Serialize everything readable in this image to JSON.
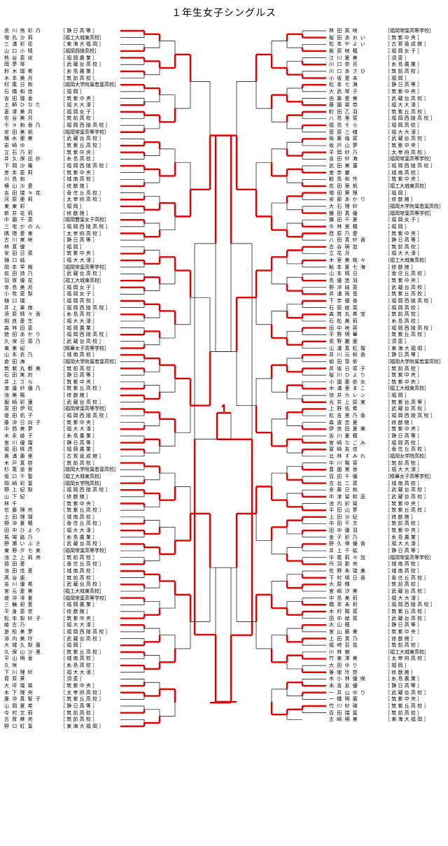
{
  "title": "１年生女子シングルス",
  "left_entries": [
    {
      "name": "長 川 侑 彩 乃",
      "school": "［ 静 日 高 等 ］"
    },
    {
      "name": "増 丸 沙 莉",
      "school": "［福工大城東高校］"
    },
    {
      "name": "三 浦 彩 花",
      "school": "［ 東 海 大 福 岡 ］"
    },
    {
      "name": "山 口 小 晴",
      "school": "［福岡西陵高校］"
    },
    {
      "name": "熊 谷 恵 伏",
      "school": "［ 福 岡 農 業 ］"
    },
    {
      "name": "岡 夢 琴",
      "school": "［ 武 蔵 台 高 校 ］"
    },
    {
      "name": "鈴 木 瑞 希",
      "school": "［ 糸 島 農 業 ］"
    },
    {
      "name": "木 本 美 月",
      "school": "［ 筑 前 高 校 ］"
    },
    {
      "name": "村 尾 日 和",
      "school": "［福岡大学附属若葉高校］"
    },
    {
      "name": "石 橋 和 佳",
      "school": "［ 福 岡 ］"
    },
    {
      "name": "吉 田 瑠 香",
      "school": "［ 筑 紫 中 央 ］"
    },
    {
      "name": "土 師 ひ な た",
      "school": "［ 福 大 大 濠 ］"
    },
    {
      "name": "菱 澤 美 月",
      "school": "［ 福 岡 女 子 ］"
    },
    {
      "name": "佐 谷 美 月",
      "school": "［ 筑 前 高 校 ］"
    },
    {
      "name": "千 々 和 香 乃",
      "school": "［ 福 岡 西 陵 高 校 ］"
    },
    {
      "name": "安 田 美 帆",
      "school": "［福岡常葉高等学校］"
    },
    {
      "name": "横 水 亜 美",
      "school": "［ 武 蔵 台 高 校 ］"
    },
    {
      "name": "岩 崎 ゆ",
      "school": "［ 筑 紫 丘 高 校 ］"
    },
    {
      "name": "立 石 乃 彩",
      "school": "［ 筑 紫 中 央 ］"
    },
    {
      "name": "井 久 保 凪 紗",
      "school": "［ 糸 島 高 校 ］"
    },
    {
      "name": "下 岡 沙 羅",
      "school": "［ 福 岡 西 陵 高 校 ］"
    },
    {
      "name": "彦 本 恵 莉",
      "school": "［ 筑 紫 中 央 ］"
    },
    {
      "name": "川 島 和",
      "school": "［ 城 南 高 校 ］"
    },
    {
      "name": "横 山 沙 愛",
      "school": "［ 修 猷 館 ］"
    },
    {
      "name": "吉 田 瑞 々 花",
      "school": "［ 香 住 丘 高 校 ］"
    },
    {
      "name": "河 原 亜 莉",
      "school": "［ 太 宰 府 高 校 ］"
    },
    {
      "name": "東 東 彩",
      "school": "［ 福 岡 ］"
    },
    {
      "name": "新 井 花 莉",
      "school": "［ 修 猷 館 ］"
    },
    {
      "name": "中 園 千 恵",
      "school": "［福岡雙葉女子高校］"
    },
    {
      "name": "三 宅 か の ん",
      "school": "［ 福 岡 西 陵 高 校 ］"
    },
    {
      "name": "隅 隈 愛 実",
      "school": "［ 太 宰 府 高 校 ］"
    },
    {
      "name": "古 川 実 咲",
      "school": "［ 静 日 高 等 ］"
    },
    {
      "name": "林 真 優",
      "school": "［ 福 岡 ］"
    },
    {
      "name": "安 田 日 菜",
      "school": "［ 筑 紫 中 央 ］"
    },
    {
      "name": "樋 口 結",
      "school": "［ 福 大 大 濠 ］"
    },
    {
      "name": "岡 本 早 絢",
      "school": "［福岡常葉高等学校］"
    },
    {
      "name": "前 田 詩 乃",
      "school": "［ 武 蔵 台 高 校 ］"
    },
    {
      "name": "羽 賀 優 花",
      "school": "［福工大城東高校］"
    },
    {
      "name": "寺 島 美 月",
      "school": "［ 福 岡 女 子 ］"
    },
    {
      "name": "小 牧 恵 梨",
      "school": "［ 福 岡 女 子 ］"
    },
    {
      "name": "樋 口 瑞",
      "school": "［ 福 岡 高 校 ］"
    },
    {
      "name": "井 上 果 南",
      "school": "［ 福 岡 西 陵 高 校 ］"
    },
    {
      "name": "添 原 晴 々 香",
      "school": "［ 糸 島 高 校 ］"
    },
    {
      "name": "相 良 愛 生",
      "school": "［ 福 大 大 濠 ］"
    },
    {
      "name": "森 林 田 恵",
      "school": "［ 福 岡 農 業 ］"
    },
    {
      "name": "徳 田 あ か り",
      "school": "［ 福 岡 西 陵 高 校 ］"
    },
    {
      "name": "久 保 日 菜 乃",
      "school": "［ 武 蔵 台 高 校 ］"
    },
    {
      "name": "東 美 紀",
      "school": "［精華女子高等学校］"
    },
    {
      "name": "山 本 衣 乃",
      "school": "［ 城 南 高 校 ］"
    },
    {
      "name": "倉 田 海",
      "school": "［福岡大学附属若葉高校］"
    },
    {
      "name": "筑 紫 丸 都 美",
      "school": "［ 筑 前 高 校 ］"
    },
    {
      "name": "石 田 実 的",
      "school": "［ 静 日 高 等 ］"
    },
    {
      "name": "井 上 さ ら",
      "school": "［ 筑 紫 中 央 ］"
    },
    {
      "name": "渡 邊 紗 優 乃",
      "school": "［ 筑 紫 丘 高 校 ］"
    },
    {
      "name": "池 美 陽",
      "school": "［ 修 猷 館 ］"
    },
    {
      "name": "服 崎 彩 蓮",
      "school": "［ 武 蔵 台 高 校 ］"
    },
    {
      "name": "原 田 伊 吹",
      "school": "［福岡常葉高等学校］"
    },
    {
      "name": "堤 田 机 子",
      "school": "［ 福 岡 西 陵 高 校 ］"
    },
    {
      "name": "藤 沖 日 向 子",
      "school": "［ 筑 紫 中 央 ］"
    },
    {
      "name": "中 西 美 夢",
      "school": "［ 福 大 大 濠 ］"
    },
    {
      "name": "木 永 綾 子",
      "school": "［ 糸 島 農 業 ］"
    },
    {
      "name": "宮 川 優 瑠",
      "school": "［ 静 日 高 等 ］"
    },
    {
      "name": "福 田 桃 虎",
      "school": "［ 福 岡 農 業 ］"
    },
    {
      "name": "奥 浦 亜 里",
      "school": "［ 古 賀 竟 成 館 ］"
    },
    {
      "name": "木 戸 真 弥",
      "school": "［ 筑 前 高 校 ］"
    },
    {
      "name": "杉 尾 遥 香",
      "school": "［福岡大学附属若葉高校］"
    },
    {
      "name": "坂 口 千 聖",
      "school": "［福工大城東高校］"
    },
    {
      "name": "岡 崎 彩 葉",
      "school": "［福岡女学院高校］"
    },
    {
      "name": "野 上 紀 梨",
      "school": "［ 福 岡 西 陵 高 校 ］"
    },
    {
      "name": "山 下 紀",
      "school": "［ 修 猷 館 ］"
    },
    {
      "name": "林 千",
      "school": "［ 筑 紫 中 央 ］"
    },
    {
      "name": "佐 藤 理 央",
      "school": "［ 筑 紫 丘 高 校 ］"
    },
    {
      "name": "土 田 理 瑚",
      "school": "［ 城 南 高 校 ］"
    },
    {
      "name": "野 沖 夏 穂",
      "school": "［ 香 住 丘 高 校 ］"
    },
    {
      "name": "田 中 ひ よ り",
      "school": "［ 福 大 大 濠 ］"
    },
    {
      "name": "馬 場 路 乃",
      "school": "［ 糸 島 農 業 ］"
    },
    {
      "name": "野 瀬 い ぶ き",
      "school": "［ 武 蔵 台 高 校 ］"
    },
    {
      "name": "東 野 夕 七 実",
      "school": "［福岡常葉高等学校］"
    },
    {
      "name": "池 之 上 莉 央",
      "school": "［ 筑 前 高 校 ］"
    },
    {
      "name": "德 田 愛",
      "school": "［ 香 住 丘 高 校 ］"
    },
    {
      "name": "池 田 佳 愛",
      "school": "［ 城 南 高 校 ］"
    },
    {
      "name": "髙 谷 亜",
      "school": "［ 筑 前 高 校 ］"
    },
    {
      "name": "吉 川 優 希",
      "school": "［ 武 蔵 台 高 校 ］"
    },
    {
      "name": "宮 元 愛 美",
      "school": "［福工大城東高校］"
    },
    {
      "name": "堤 沖 澪 夏",
      "school": "［福岡常葉高等学校］"
    },
    {
      "name": "三 輪 初 愛",
      "school": "［ 福 岡 農 業 ］"
    },
    {
      "name": "平 身 恵 奈",
      "school": "［ 修 猷 館 ］"
    },
    {
      "name": "松 本 梨 紗 子",
      "school": "［ 筑 紫 中 央 ］"
    },
    {
      "name": "綾 古 乃",
      "school": "［ 福 大 大 濠 ］"
    },
    {
      "name": "是 松 美 夢",
      "school": "［ 福 岡 西 陵 高 校 ］"
    },
    {
      "name": "添 内 美 玲",
      "school": "［ 武 蔵 台 高 校 ］"
    },
    {
      "name": "大 城 久 梨 亜",
      "school": "［ 福 岡 ］"
    },
    {
      "name": "久 保 山 沙 里",
      "school": "［ 筑 紫 丘 高 校 ］"
    },
    {
      "name": "平 山 明 香",
      "school": "［ 城 南 高 校 ］"
    },
    {
      "name": "久 咲",
      "school": "［ 糸 島 高 校 ］"
    },
    {
      "name": "下 川 理 紗",
      "school": "［ 福 大 大 濠 ］"
    },
    {
      "name": "菅 原 葵",
      "school": "［ 須 恵 ］"
    },
    {
      "name": "大 坪 瑠 栞",
      "school": "［ 筑 紫 中 央 ］"
    },
    {
      "name": "木 下 理 央",
      "school": "［ 太 宰 府 高 校 ］"
    },
    {
      "name": "藤 沖 真 智 子",
      "school": "［ 筑 紫 丘 高 校 ］"
    },
    {
      "name": "山 岡 夏 希",
      "school": "［ 静 日 高 等 ］"
    },
    {
      "name": "今 村 文 莉",
      "school": "［ 筑 前 高 校 ］"
    },
    {
      "name": "古 賀 麻 央",
      "school": "［ 筑 前 高 校 ］"
    },
    {
      "name": "野 口 紅 葉",
      "school": "［ 東 海 大 福 岡 ］"
    }
  ],
  "right_entries": [
    {
      "name": "林 田 英 咲",
      "school": "［福岡常葉高等学校］"
    },
    {
      "name": "桜 田 あ お い",
      "school": "［ 筑 紫 中 央 ］"
    },
    {
      "name": "松 本 や よ い",
      "school": "［ 古 賀 竟 成 館 ］"
    },
    {
      "name": "飯 原 咲 穂",
      "school": "［ 福 岡 女 子 ］"
    },
    {
      "name": "江 川 夏 美",
      "school": "［ 須 恵 ］"
    },
    {
      "name": "川 口 奈 月",
      "school": "［ 糸 島 農 業 ］"
    },
    {
      "name": "川 口 あ さ ひ",
      "school": "［ 筑 前 高 校 ］"
    },
    {
      "name": "小 坂 愛 未",
      "school": "［ 福 岡 ］"
    },
    {
      "name": "松 本 七 海",
      "school": "［ 静 日 高 等 ］"
    },
    {
      "name": "大 武 琴 子",
      "school": "［ 筑 紫 中 央 ］"
    },
    {
      "name": "由 藤 愛 美",
      "school": "［ 武 蔵 台 高 校 ］"
    },
    {
      "name": "藤 園 栞 奈",
      "school": "［ 福 大 大 濠 ］"
    },
    {
      "name": "町 田 乙 羽",
      "school": "［ 筑 紫 丘 高 校 ］"
    },
    {
      "name": "八 島 里 菜",
      "school": "［ 福 岡 西 陵 高 校 ］"
    },
    {
      "name": "福 島 そ ら",
      "school": "［ 福 岡 高 校 ］"
    },
    {
      "name": "菅 原 三 緒",
      "school": "［ 福 大 大 濠 ］"
    },
    {
      "name": "後 藤 倫 菜",
      "school": "［ 武 蔵 台 高 校 ］"
    },
    {
      "name": "坂 戸 山 夢",
      "school": "［ 筑 紫 中 央 ］"
    },
    {
      "name": "平 岡 紗 乃",
      "school": "［ 太 宰 府 高 校 ］"
    },
    {
      "name": "吉 田 紗 海",
      "school": "［福岡常葉高等学校］"
    },
    {
      "name": "武 田 美 蓬",
      "school": "［ 福 岡 西 陵 高 校 ］"
    },
    {
      "name": "宮 奈 麗",
      "school": "［ 城 南 高 校 ］"
    },
    {
      "name": "鮫 島 和 怜",
      "school": "［ 筑 紫 中 央 ］"
    },
    {
      "name": "花 田 里 帆",
      "school": "［福工大城東高校］"
    },
    {
      "name": "増 田 葵 理",
      "school": "［ 福 岡 ］"
    },
    {
      "name": "安 部 あ か り",
      "school": "［ 修 猷 館 ］"
    },
    {
      "name": "大 石 理 紗",
      "school": "［福岡大学附属若葉高校］"
    },
    {
      "name": "鎌 田 真 優",
      "school": "［福岡常葉高等学校］"
    },
    {
      "name": "鎌 田 千 夏",
      "school": "［ 福 岡 女 子 ］"
    },
    {
      "name": "今 林 里 穂",
      "school": "［ 福 岡 ］"
    },
    {
      "name": "西 原 乃 愛",
      "school": "［ 筑 紫 中 央 ］"
    },
    {
      "name": "八 田 真 紗 香",
      "school": "［ 静 日 高 等 ］"
    },
    {
      "name": "古 谷 萌 加",
      "school": "［ 筑 前 高 校 ］"
    },
    {
      "name": "立 花 月",
      "school": "［ 福 大 大 濠 ］"
    },
    {
      "name": "木 室 美 桃 々",
      "school": "［福工大城東高校］"
    },
    {
      "name": "鮎 本 夏 七 海",
      "school": "［ 修 猷 館 ］"
    },
    {
      "name": "山 本 晴 日",
      "school": "［ 香 住 丘 高 校 ］"
    },
    {
      "name": "島 優 悠 羽",
      "school": "［ 筑 紫 中 央 ］"
    },
    {
      "name": "野 沖 結 恵",
      "school": "［ 武 蔵 台 高 校 ］"
    },
    {
      "name": "井 浦 雨 音",
      "school": "［ 筑 紫 丘 高 校 ］"
    },
    {
      "name": "下 奈 優 香",
      "school": "［ 福 岡 西 陵 高 校 ］"
    },
    {
      "name": "石 原 綾 菜",
      "school": "［ 福 岡 高 校 ］"
    },
    {
      "name": "森 筑 丸 希 宝",
      "school": "［ 筑 前 高 校 ］"
    },
    {
      "name": "石 松 美 莉",
      "school": "［ 糸 島 高 校 ］"
    },
    {
      "name": "田 中 咲 英",
      "school": "［ 福 岡 西 陵 高 校 ］"
    },
    {
      "name": "平 野 明 華",
      "school": "［ 筑 紫 丘 高 校 ］"
    },
    {
      "name": "長 野 麗 亜",
      "school": "［ 須 恵 ］"
    },
    {
      "name": "山 浦 真 紅 瑠",
      "school": "［ 東 海 大 福 岡 ］"
    },
    {
      "name": "井 川 元 和 香",
      "school": "［ 静 日 高 等 ］"
    },
    {
      "name": "堀 田 芽 依",
      "school": "［福岡大学附属若葉高校］"
    },
    {
      "name": "井 坂 日 菜 子",
      "school": "［ 筑 前 高 校 ］"
    },
    {
      "name": "桜 川 ひ よ り",
      "school": "［ 筑 紫 中 央 ］"
    },
    {
      "name": "小 國 亜 依 女",
      "school": "［ 筑 紫 中 央 ］"
    },
    {
      "name": "木 浦 里 ま こ",
      "school": "［福工大城東高校］"
    },
    {
      "name": "快 井 カ レ ン",
      "school": "［ 福 岡 ］"
    },
    {
      "name": "光 井 上 原 実",
      "school": "［ 筑 紫 台 高 等 ］"
    },
    {
      "name": "上 野 佑 希",
      "school": "［ 武 蔵 台 高 校 ］"
    },
    {
      "name": "松 吉 里 乃 香",
      "school": "［ 福 岡 西 陵 高 校 ］"
    },
    {
      "name": "森 波 恋 夏",
      "school": "［ 修 猷 館 ］"
    },
    {
      "name": "伊 良 田 夏 美",
      "school": "［ 筑 紫 中 央 ］"
    },
    {
      "name": "吉 川 夏 穂",
      "school": "［ 静 日 高 等 ］"
    },
    {
      "name": "宮 崎 な ご み",
      "school": "［ 福 岡 高 校 ］"
    },
    {
      "name": "冨 崎 友 佳",
      "school": "［ 香 住 丘 高 校 ］"
    },
    {
      "name": "北 林 す み れ",
      "school": "［福岡女学院高校］"
    },
    {
      "name": "中 川 陽 菜",
      "school": "［ 筑 前 高 校 ］"
    },
    {
      "name": "豊 國 実 香",
      "school": "［ 福 大 大 濠 ］"
    },
    {
      "name": "百 田 千 優",
      "school": "［精華女子高等学校］"
    },
    {
      "name": "古 北 二 菜",
      "school": "［ 城 南 高 校 ］"
    },
    {
      "name": "安 藤 日 和",
      "school": "［ 武 蔵 台 高 校 ］"
    },
    {
      "name": "中 津 留 和 凪",
      "school": "［ 武 蔵 台 高 校 ］"
    },
    {
      "name": "池 内 彩 栞",
      "school": "［ 筑 紫 中 央 ］"
    },
    {
      "name": "平 田 山 夢",
      "school": "［ 筑 紫 丘 高 校 ］"
    },
    {
      "name": "上 田 沙 紀",
      "school": "［ 修 猷 館 ］"
    },
    {
      "name": "中 田 千 文",
      "school": "［ 筑 前 高 校 ］"
    },
    {
      "name": "田 中 優 羽",
      "school": "［ 筑 紫 中 央 ］"
    },
    {
      "name": "金 子 彩 乃",
      "school": "［ 糸 島 農 業 ］"
    },
    {
      "name": "野 久 保 優 香",
      "school": "［ 福 大 大 濠 ］"
    },
    {
      "name": "井 上 千 紘",
      "school": "［ 静 日 高 等 ］"
    },
    {
      "name": "中 尾 莉 々 加",
      "school": "［福岡常葉高等学校］"
    },
    {
      "name": "丹 羽 那 央",
      "school": "［ 城 南 高 校 ］"
    },
    {
      "name": "佐 野 朱 瑞 美",
      "school": "［ 城 南 高 校 ］"
    },
    {
      "name": "下 村 明 日 香",
      "school": "［ 香 住 丘 高 校 ］"
    },
    {
      "name": "大 原 輝",
      "school": "［ 筑 前 高 校 ］"
    },
    {
      "name": "宮 嶋 汐 美",
      "school": "［ 武 蔵 台 高 校 ］"
    },
    {
      "name": "中 島 美 莉",
      "school": "［ 福 大 大 濠 ］"
    },
    {
      "name": "橋 本 未 彩",
      "school": "［ 福 岡 西 陵 高 校 ］"
    },
    {
      "name": "木 村 陽 菜",
      "school": "［ 筑 紫 丘 高 校 ］"
    },
    {
      "name": "田 中 綾 菜",
      "school": "［ 武 蔵 台 高 校 ］"
    },
    {
      "name": "大 山 穂",
      "school": "［ 静 日 高 等 ］"
    },
    {
      "name": "宮 山 藤 美",
      "school": "［ 筑 紫 中 央 ］"
    },
    {
      "name": "上 田 真 乃",
      "school": "［ 修 猷 館 ］"
    },
    {
      "name": "福 﨑 百 花",
      "school": "［ 筑 前 高 校 ］"
    },
    {
      "name": "川 林 樹",
      "school": "［福工大城東高校］"
    },
    {
      "name": "竹 東 澤 美",
      "school": "［ 太 宰 府 高 校 ］"
    },
    {
      "name": "大 田 ゆ り",
      "school": "［ 福 岡 ］"
    },
    {
      "name": "篠 堤 玲 奈",
      "school": "［ 修 猷 館 ］"
    },
    {
      "name": "木 小 林 優 咲",
      "school": "［ 糸 島 農 業 ］"
    },
    {
      "name": "末 吉 友 優",
      "school": "［ 静 日 高 等 ］"
    },
    {
      "name": "一 井 山 ゆ り",
      "school": "［ 武 蔵 台 高 校 ］"
    },
    {
      "name": "一 橋 明 亜",
      "school": "［ 筑 紫 中 央 ］"
    },
    {
      "name": "竹 川 紗 瑛",
      "school": "［ 筑 紫 丘 高 校 ］"
    },
    {
      "name": "百 田 瑞 葉",
      "school": "［ 筑 前 高 校 ］"
    },
    {
      "name": "古 崎 明 美",
      "school": "［ 東 海 大 福 岡 ］"
    }
  ]
}
